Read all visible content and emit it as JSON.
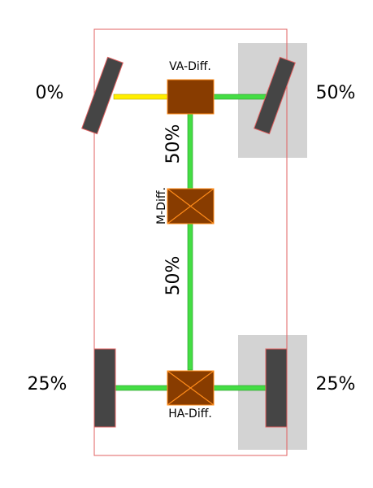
{
  "front_diff": {
    "label": "VA-Diff."
  },
  "center_diff": {
    "label": "M-Diff.",
    "torque_front": "50%",
    "torque_rear": "50%"
  },
  "rear_diff": {
    "label": "HA-Diff."
  },
  "wheels": {
    "front_left": {
      "torque": "0%"
    },
    "front_right": {
      "torque": "50%"
    },
    "rear_left": {
      "torque": "25%"
    },
    "rear_right": {
      "torque": "25%"
    }
  },
  "colors": {
    "chassis_outline": "#e06060",
    "tire": "#454545",
    "highlight_box": "#d3d3d3",
    "shaft_active": "#44dd44",
    "shaft_slipping": "#ffee00",
    "differential": "#883c00",
    "differential_outline": "#ff8c1a"
  }
}
